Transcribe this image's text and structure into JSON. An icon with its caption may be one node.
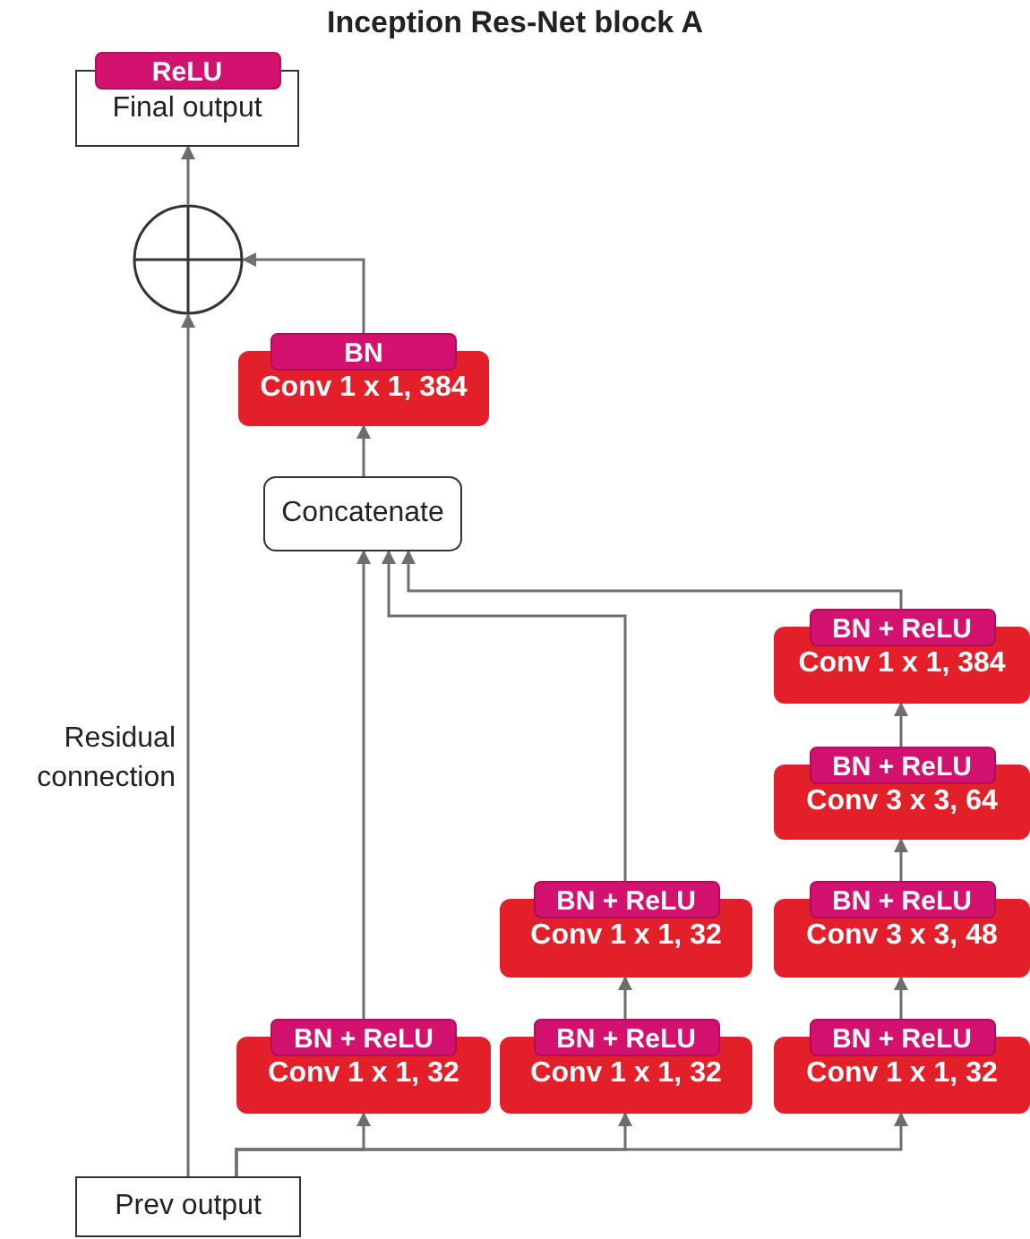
{
  "diagram": {
    "title": "Inception Res-Net block A",
    "nodes": [
      {
        "text": [
          "ReLU",
          "Final output"
        ]
      },
      {
        "text": [],
        "shape": "circle"
      },
      {
        "text": [
          "BN",
          "Conv 1 x 1, 384"
        ]
      },
      {
        "text": [
          "Concatenate"
        ]
      },
      {
        "text": [
          "BN + ReLU",
          "Conv 1 x 1, 384"
        ]
      },
      {
        "text": [
          "BN + ReLU",
          "Conv 3 x 3, 64"
        ]
      },
      {
        "text": [
          "BN + ReLU",
          "Conv 1 x 1, 32"
        ]
      },
      {
        "text": [
          "BN + ReLU",
          "Conv 3 x 3, 48"
        ]
      },
      {
        "text": [
          "BN + ReLU",
          "Conv 1 x 1, 32"
        ]
      },
      {
        "text": [
          "BN + ReLU",
          "Conv 1 x 1, 32"
        ]
      },
      {
        "text": [
          "BN + ReLU",
          "Conv 1 x 1, 32"
        ]
      },
      {
        "text": [
          "Prev output"
        ]
      }
    ],
    "edges": [
      {
        "from": 11,
        "to": 1,
        "arrow": "to"
      },
      {
        "from": 1,
        "to": 0,
        "arrow": "to"
      },
      {
        "from": 2,
        "to": 1,
        "arrow": "to"
      },
      {
        "from": 3,
        "to": 2,
        "arrow": "to"
      },
      {
        "from": 11,
        "to": 8,
        "arrow": "to"
      },
      {
        "from": 11,
        "to": 9,
        "arrow": "to"
      },
      {
        "from": 11,
        "to": 10,
        "arrow": "to"
      },
      {
        "from": 8,
        "to": 3,
        "arrow": "to"
      },
      {
        "from": 9,
        "to": 6,
        "arrow": "to"
      },
      {
        "from": 6,
        "to": 3,
        "arrow": "to"
      },
      {
        "from": 10,
        "to": 7,
        "arrow": "to"
      },
      {
        "from": 7,
        "to": 5,
        "arrow": "to"
      },
      {
        "from": 5,
        "to": 4,
        "arrow": "to"
      },
      {
        "from": 4,
        "to": 3,
        "arrow": "to"
      }
    ],
    "labels": [
      "Residual connection"
    ]
  }
}
